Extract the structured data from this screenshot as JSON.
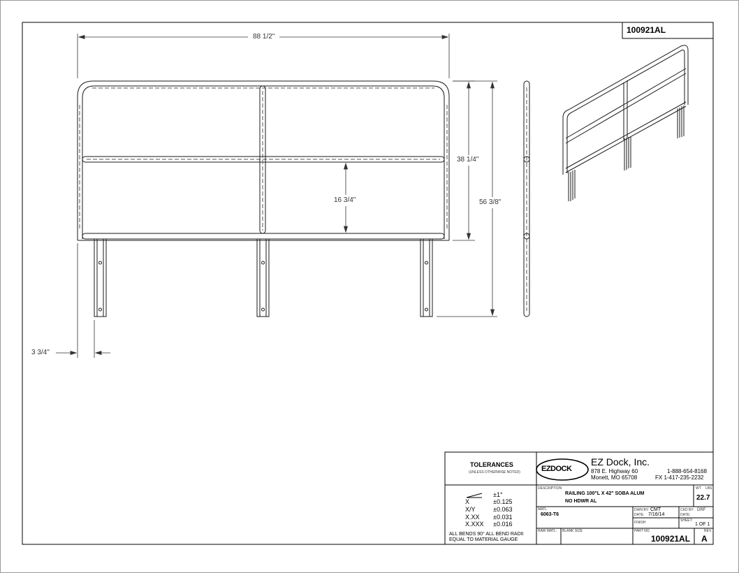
{
  "drawing": {
    "number_top": "100921AL",
    "dimensions": {
      "overall_length": "88 1/2\"",
      "rail_height": "38 1/4\"",
      "overall_height": "56 3/8\"",
      "rail_spacing": "16 3/4\"",
      "post_offset": "3 3/4\""
    }
  },
  "title_block": {
    "tolerances": {
      "title": "TOLERANCES",
      "subtitle": "(UNLESS OTHERWISE NOTED)",
      "rows": [
        {
          "label": "",
          "value": "±1°"
        },
        {
          "label": "X",
          "value": "±0.125"
        },
        {
          "label": "X/Y",
          "value": "±0.063"
        },
        {
          "label": "X.XX",
          "value": "±0.031"
        },
        {
          "label": "X.XXX",
          "value": "±0.016"
        }
      ],
      "note_line1": "ALL BENDS 90°   ALL BEND RADII",
      "note_line2": "EQUAL TO MATERIAL GAUGE"
    },
    "company": {
      "logo_text": "EZDOCK",
      "name": "EZ Dock, Inc.",
      "address1": "878 E. Highway 60",
      "address2": "Monett, MO 65708",
      "phone": "1-888-654-8168",
      "fax": "FX  1-417-235-2232"
    },
    "description_label": "DESCRIPTION",
    "description_line1": "RAILING 100\"L X 42\" SOBA ALUM",
    "description_line2": "NO HDWR AL",
    "wt_label": "WT",
    "lbs_label": "LBS",
    "weight": "22.7",
    "matl_label": "MATL",
    "material": "6063-T6",
    "drawn_by_label": "DWN BY:",
    "drawn_by": "CMT",
    "date_label": "DATE:",
    "date": "7/16/14",
    "checked_by_label": "CKD BY:",
    "checked_by": "DRF",
    "checked_date_label": "DATE:",
    "finish_label": "FINISH",
    "sheet_label": "SHEET:",
    "sheet": "1 OF 1",
    "raw_matl_label": "RAW MATL:",
    "blank_size_label": "BLANK SIZE",
    "part_no_label": "PART NO.",
    "part_no": "100921AL",
    "rev_label": "REV.",
    "rev": "A"
  },
  "colors": {
    "line": "#1a1a1a",
    "border": "#000000",
    "logo_bg": "#ffffff"
  }
}
